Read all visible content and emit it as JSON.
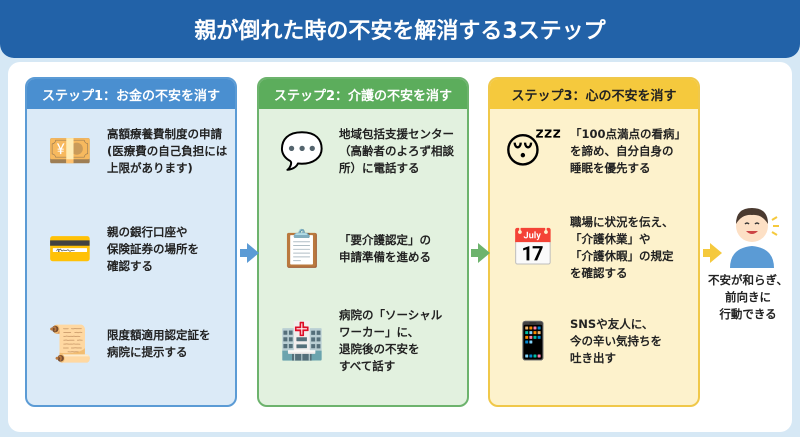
{
  "title": "親が倒れた時の不安を解消する3ステップ",
  "steps": [
    {
      "header": "ステップ1：お金の不安を消す",
      "items": [
        {
          "icon": "money-hand-icon",
          "text": "高額療養費制度の申請\n(医療費の自己負担には\n上限があります)"
        },
        {
          "icon": "bank-document-icon",
          "text": "親の銀行口座や\n保険証券の場所を\n確認する"
        },
        {
          "icon": "certificate-reception-icon",
          "text": "限度額適用認定証を\n病院に提示する"
        }
      ]
    },
    {
      "header": "ステップ2：介護の不安を消す",
      "items": [
        {
          "icon": "consultation-icon",
          "text": "地域包括支援センター\n（高齢者のよろず相談\n所）に電話する"
        },
        {
          "icon": "clipboard-elder-icon",
          "text": "「要介護認定」の\n申請準備を進める"
        },
        {
          "icon": "hospital-worker-icon",
          "text": "病院の「ソーシャル\nワーカー」に、\n退院後の不安を\nすべて話す"
        }
      ]
    },
    {
      "header": "ステップ3：心の不安を消す",
      "items": [
        {
          "icon": "sleeping-icon",
          "text": "「100点満点の看病」\nを諦め、自分自身の\n睡眠を優先する"
        },
        {
          "icon": "workplace-meeting-icon",
          "text": "職場に状況を伝え、\n「介護休業」や\n「介護休暇」の規定\nを確認する"
        },
        {
          "icon": "sns-friends-icon",
          "text": "SNSや友人に、\n今の辛い気持ちを\n吐き出す"
        }
      ]
    }
  ],
  "result": "不安が和らぎ、\n前向きに\n行動できる",
  "colors": {
    "title": "#2262a8",
    "step1": "#4a8fd0",
    "step2": "#5cad5c",
    "step3": "#f5c93d"
  }
}
